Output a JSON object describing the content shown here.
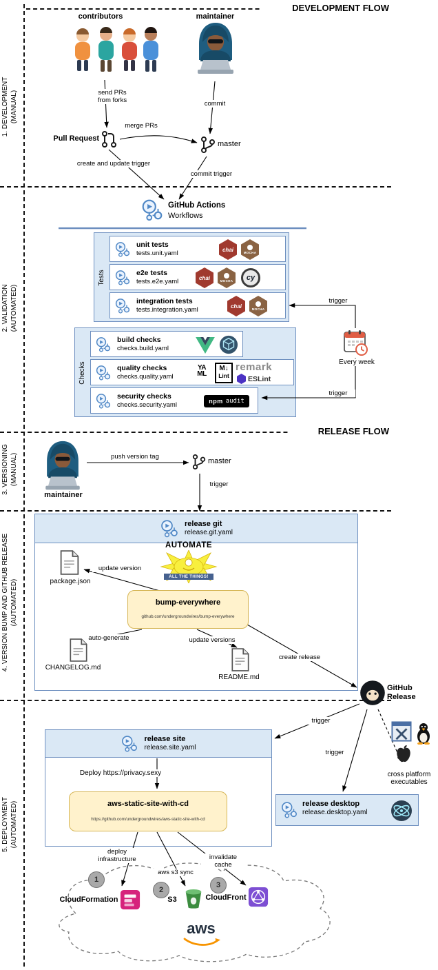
{
  "colors": {
    "flow_blue_bg": "#dae8f5",
    "flow_blue_border": "#6c8ebf",
    "note_yellow_bg": "#fff2cc",
    "note_yellow_border": "#d6b656",
    "gha_icon_blue": "#4f87c5"
  },
  "headers": {
    "development_flow": "DEVELOPMENT FLOW",
    "release_flow": "RELEASE FLOW"
  },
  "sidebar": {
    "s1a": "1. DEVELOPMENT",
    "s1b": "(MANUAL)",
    "s2a": "2. VALIDATION",
    "s2b": "(AUTOMATED)",
    "s3a": "3. VERSIONING",
    "s3b": "(MANUAL)",
    "s4a": "4. VERSION BUMP AND GITHUB RELEASE",
    "s4b": "(AUTOMATED)",
    "s5a": "5. DEPLOYMENT",
    "s5b": "(AUTOMATED)"
  },
  "edge": {
    "trigger": "trigger"
  },
  "development": {
    "contributors": "contributors",
    "maintainer": "maintainer",
    "send_prs_1": "send PRs",
    "send_prs_2": "from forks",
    "commit": "commit",
    "merge_prs": "merge PRs",
    "pull_request": "Pull Request",
    "master": "master",
    "create_update_trigger": "create and update trigger",
    "commit_trigger": "commit trigger"
  },
  "validation": {
    "gha_title": "GitHub Actions",
    "gha_sub": "Workflows",
    "tests_label": "Tests",
    "tests": [
      {
        "name": "unit tests",
        "file": "tests.unit.yaml"
      },
      {
        "name": "e2e tests",
        "file": "tests.e2e.yaml"
      },
      {
        "name": "integration tests",
        "file": "tests.integration.yaml"
      }
    ],
    "checks_label": "Checks",
    "checks": [
      {
        "name": "build checks",
        "file": "checks.build.yaml"
      },
      {
        "name": "quality checks",
        "file": "checks.quality.yaml"
      },
      {
        "name": "security checks",
        "file": "checks.security.yaml"
      }
    ],
    "every_week": "Every week",
    "icons": {
      "chai": "chai",
      "mocha": "MOCHA",
      "cypress": "cy",
      "yaml1": "YA",
      "yaml2": "ML",
      "mdlint1": "M↓",
      "mdlint2": "Lint",
      "remark": "remark",
      "eslint": "ESLint",
      "npm": "npm",
      "audit": "audit"
    }
  },
  "versioning": {
    "maintainer": "maintainer",
    "push_version_tag": "push version tag",
    "master": "master"
  },
  "bump": {
    "title": "release git",
    "file": "release.git.yaml",
    "package_json": "package.json",
    "update_version": "update version",
    "meme_top": "AUTOMATE",
    "meme_bottom": "ALL THE THINGS!",
    "box_title": "bump-everywhere",
    "box_sub": "github.com/undergroundwires/bump-everywhere",
    "auto_generate": "auto-generate",
    "changelog": "CHANGELOG.md",
    "update_versions": "update versions",
    "readme": "README.md",
    "create_release": "create release",
    "github_release_1": "GitHub",
    "github_release_2": "Release"
  },
  "deployment": {
    "site_title": "release site",
    "site_file": "release.site.yaml",
    "deploy_url": "Deploy https://privacy.sexy",
    "aws_box_title": "aws-static-site-with-cd",
    "aws_box_sub": "https://github.com/undergroundwires/aws-static-site-with-cd",
    "cross_platform_1": "cross platform",
    "cross_platform_2": "executables",
    "desktop_title": "release desktop",
    "desktop_file": "release.desktop.yaml",
    "deploy_infra_1": "deploy",
    "deploy_infra_2": "infrastructure",
    "s3_sync": "aws s3 sync",
    "invalidate_1": "invalidate",
    "invalidate_2": "cache",
    "steps": [
      {
        "num": "1",
        "label": "CloudFormation"
      },
      {
        "num": "2",
        "label": "S3"
      },
      {
        "num": "3",
        "label": "CloudFront"
      }
    ],
    "aws_logo": "aws"
  }
}
